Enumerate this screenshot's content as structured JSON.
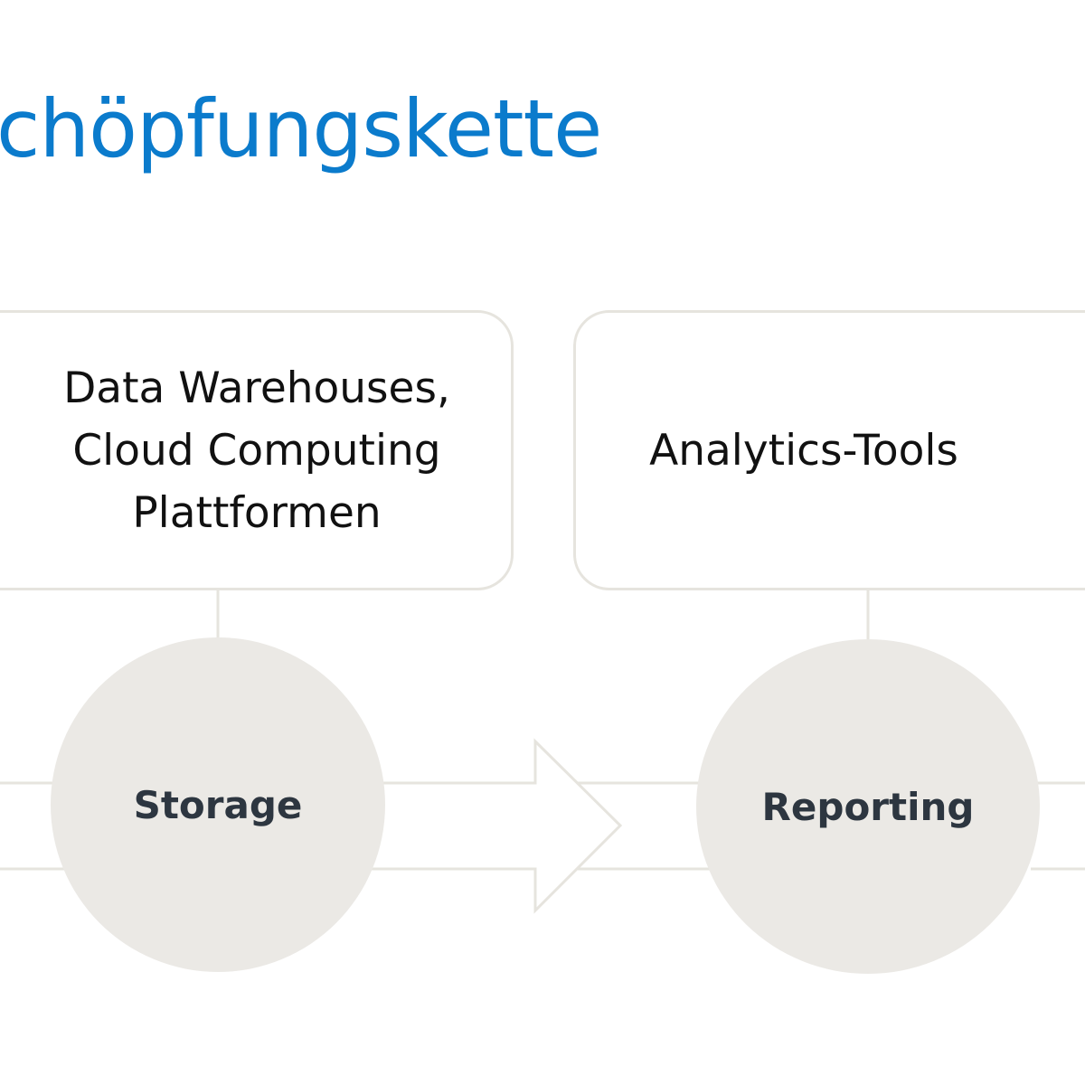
{
  "title": "chöpfungskette",
  "colors": {
    "title": "#0b7bcc",
    "outline": "#e6e4de",
    "circle_fill": "#ebe9e5",
    "circle_text": "#2d3640",
    "box_text": "#111111"
  },
  "boxes": [
    {
      "text": "Data Warehouses,\nCloud Computing\nPlattformen"
    },
    {
      "text": "Analytics-Tools"
    }
  ],
  "stages": [
    {
      "label": "Storage"
    },
    {
      "label": "Reporting"
    }
  ]
}
